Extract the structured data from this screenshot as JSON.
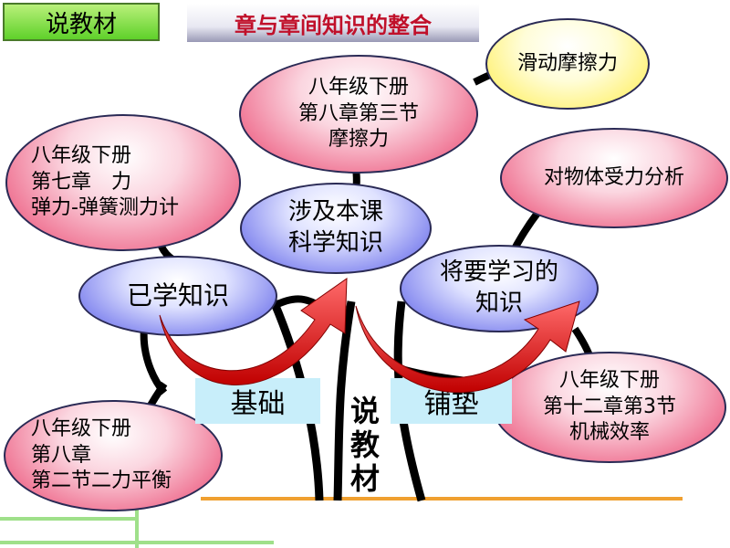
{
  "title_tab": "说教材",
  "header": "章与章间知识的整合",
  "nodes": {
    "top_center": [
      "八年级下册",
      "第八章第三节",
      "摩擦力"
    ],
    "top_right": "滑动摩擦力",
    "left_top": [
      "八年级下册",
      "第七章　力",
      "弹力-弹簧测力计"
    ],
    "right_mid": "对物体受力分析",
    "center": [
      "涉及本课",
      "科学知识"
    ],
    "learned": "已学知识",
    "future": [
      "将要学习的",
      "知识"
    ],
    "right_bottom": [
      "八年级下册",
      "第十二章第3节",
      "机械效率"
    ],
    "left_bottom": [
      "八年级下册",
      "第八章",
      "第二节二力平衡"
    ]
  },
  "labels": {
    "basis": "基础",
    "paving": "铺垫"
  },
  "vertical_text": [
    "说",
    "教",
    "材"
  ],
  "colors": {
    "pink": "#f07a98",
    "blue": "#8a8ef0",
    "yellow": "#fff27a",
    "ground": "#f0a030",
    "green": "#8bd16a",
    "arrow": "#e00000"
  }
}
